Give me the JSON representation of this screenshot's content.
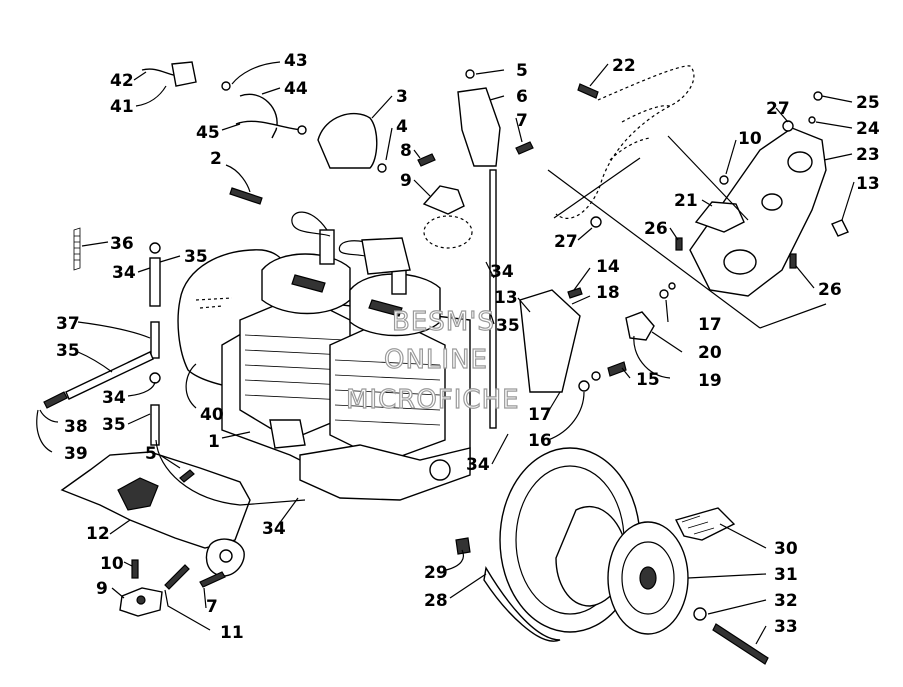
{
  "diagram": {
    "callouts": [
      "1",
      "2",
      "3",
      "4",
      "5",
      "5",
      "6",
      "7",
      "7",
      "8",
      "9",
      "9",
      "10",
      "10",
      "11",
      "12",
      "13",
      "13",
      "14",
      "15",
      "16",
      "17",
      "17",
      "18",
      "19",
      "20",
      "21",
      "22",
      "23",
      "24",
      "25",
      "26",
      "26",
      "27",
      "27",
      "28",
      "29",
      "30",
      "31",
      "32",
      "33",
      "34",
      "34",
      "34",
      "34",
      "34",
      "35",
      "35",
      "35",
      "35",
      "36",
      "37",
      "38",
      "39",
      "40",
      "41",
      "42",
      "43",
      "44",
      "45"
    ]
  },
  "watermark": {
    "lines": [
      "BESM'S",
      "ONLINE",
      "MICROFICHE"
    ]
  }
}
